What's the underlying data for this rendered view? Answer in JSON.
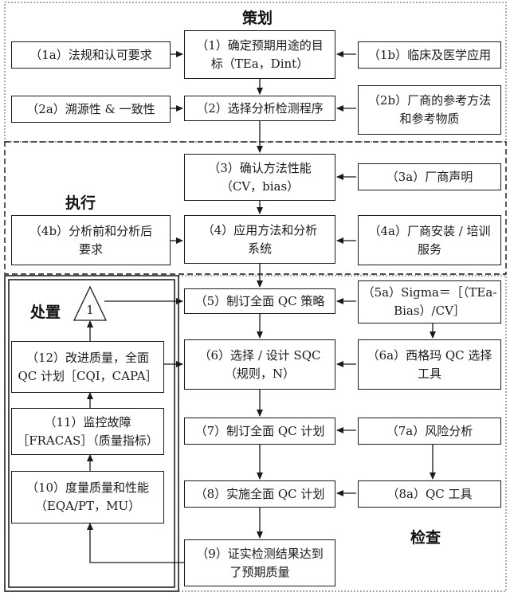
{
  "sections": {
    "plan": "策划",
    "do": "执行",
    "act": "处置",
    "check": "检查"
  },
  "connector": "1",
  "steps": {
    "s1": [
      "（1）确定预期用途的目",
      "标（TEa，Dint）"
    ],
    "s2": [
      "（2）选择分析检测程序"
    ],
    "s3": [
      "（3）确认方法性能",
      "（CV，bias）"
    ],
    "s4": [
      "（4）应用方法和分析",
      "系统"
    ],
    "s5": [
      "（5）制订全面 QC 策略"
    ],
    "s6": [
      "（6）选择 / 设计 SQC",
      "（规则，N）"
    ],
    "s7": [
      "（7）制订全面 QC 计划"
    ],
    "s8": [
      "（8）实施全面 QC 计划"
    ],
    "s9": [
      "（9）证实检测结果达到",
      "了预期质量"
    ],
    "s10": [
      "（10）度量质量和性能",
      "（EQA/PT，MU）"
    ],
    "s11": [
      "（11）监控故障",
      "［FRACAS］（质量指标）"
    ],
    "s12": [
      "（12）改进质量，全面",
      "QC 计划［CQI，CAPA］"
    ]
  },
  "inputs": {
    "i1a": [
      "（1a）法规和认可要求"
    ],
    "i1b": [
      "（1b）临床及医学应用"
    ],
    "i2a": [
      "（2a）溯源性 & 一致性"
    ],
    "i2b": [
      "（2b）厂商的参考方法",
      "和参考物质"
    ],
    "i3a": [
      "（3a）厂商声明"
    ],
    "i4a": [
      "（4a）厂商安装 / 培训",
      "服务"
    ],
    "i4b": [
      "（4b）分析前和分析后",
      "要求"
    ],
    "i5a": [
      "（5a）Sigma＝［（TEa-",
      "Bias）/CV］"
    ],
    "i6a": [
      "（6a）西格玛 QC 选择",
      "工具"
    ],
    "i7a": [
      "（7a）风险分析"
    ],
    "i8a": [
      "（8a）QC 工具"
    ]
  }
}
